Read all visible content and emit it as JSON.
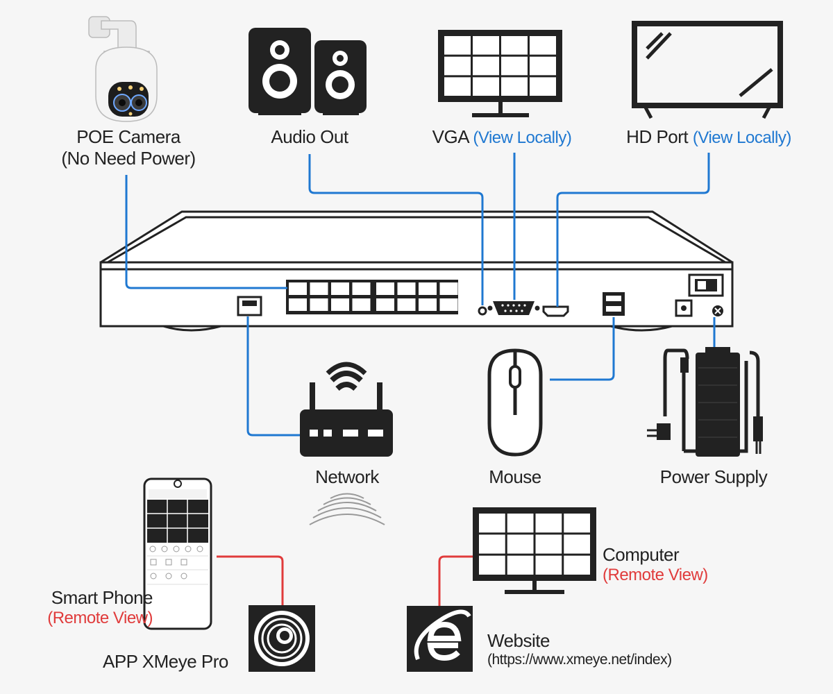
{
  "poe_camera": {
    "title": "POE Camera",
    "note": "(No Need Power)"
  },
  "audio_out": {
    "title": "Audio Out"
  },
  "vga": {
    "title": "VGA",
    "note": "(View Locally)"
  },
  "hd_port": {
    "title": "HD Port",
    "note": "(View Locally)"
  },
  "network": {
    "title": "Network"
  },
  "mouse": {
    "title": "Mouse"
  },
  "power_supply": {
    "title": "Power Supply"
  },
  "smart_phone": {
    "title": "Smart Phone",
    "note": "(Remote View)"
  },
  "app": {
    "title": "APP  XMeye Pro"
  },
  "computer": {
    "title": "Computer",
    "note": "(Remote View)"
  },
  "website": {
    "title": "Website",
    "url": "(https://www.xmeye.net/index)"
  },
  "colors": {
    "local_link": "#1f78d1",
    "remote_link": "#e03b3b",
    "device": "#222222"
  }
}
